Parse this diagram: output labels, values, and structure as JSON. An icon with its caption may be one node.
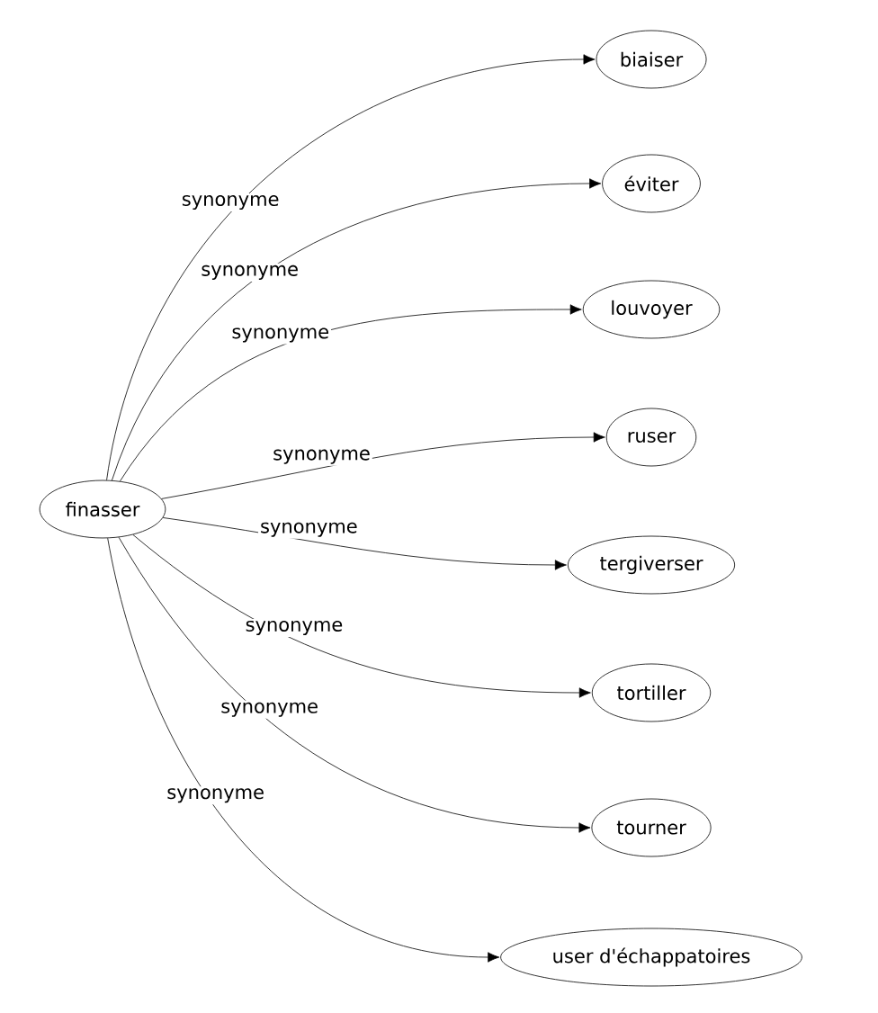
{
  "diagram": {
    "nodes": [
      {
        "text": [
          "finasser"
        ]
      },
      {
        "text": [
          "biaiser"
        ]
      },
      {
        "text": [
          "éviter"
        ]
      },
      {
        "text": [
          "louvoyer"
        ]
      },
      {
        "text": [
          "ruser"
        ]
      },
      {
        "text": [
          "tergiverser"
        ]
      },
      {
        "text": [
          "tortiller"
        ]
      },
      {
        "text": [
          "tourner"
        ]
      },
      {
        "text": [
          "user d'échappatoires"
        ]
      }
    ],
    "edges": [
      {
        "from": 0,
        "to": 1,
        "arrow": "to",
        "label": "synonyme"
      },
      {
        "from": 0,
        "to": 2,
        "arrow": "to",
        "label": "synonyme"
      },
      {
        "from": 0,
        "to": 3,
        "arrow": "to",
        "label": "synonyme"
      },
      {
        "from": 0,
        "to": 4,
        "arrow": "to",
        "label": "synonyme"
      },
      {
        "from": 0,
        "to": 5,
        "arrow": "to",
        "label": "synonyme"
      },
      {
        "from": 0,
        "to": 6,
        "arrow": "to",
        "label": "synonyme"
      },
      {
        "from": 0,
        "to": 7,
        "arrow": "to",
        "label": "synonyme"
      },
      {
        "from": 0,
        "to": 8,
        "arrow": "to",
        "label": "synonyme"
      }
    ]
  }
}
